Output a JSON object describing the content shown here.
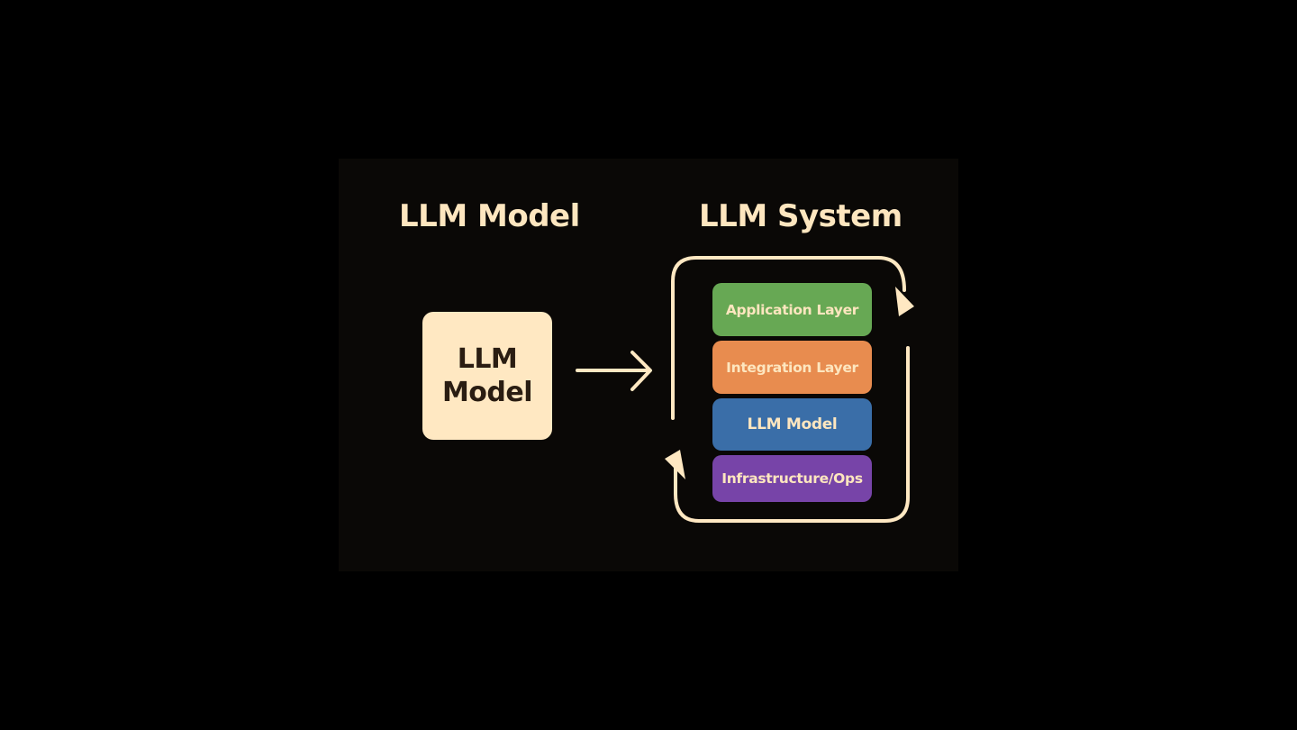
{
  "titles": {
    "left": "LLM Model",
    "right": "LLM System"
  },
  "model_box": {
    "line1": "LLM",
    "line2": "Model"
  },
  "layers": [
    {
      "label": "Application Layer",
      "color": "#67a854"
    },
    {
      "label": "Integration Layer",
      "color": "#e88c4f"
    },
    {
      "label": "LLM Model",
      "color": "#3a6ea8"
    },
    {
      "label": "Infrastructure/Ops",
      "color": "#7744a8"
    }
  ],
  "colors": {
    "background": "#000000",
    "panel": "#0a0806",
    "cream": "#ffe8c2",
    "title_text": "#fde6bf",
    "box_text": "#2a1d12"
  }
}
